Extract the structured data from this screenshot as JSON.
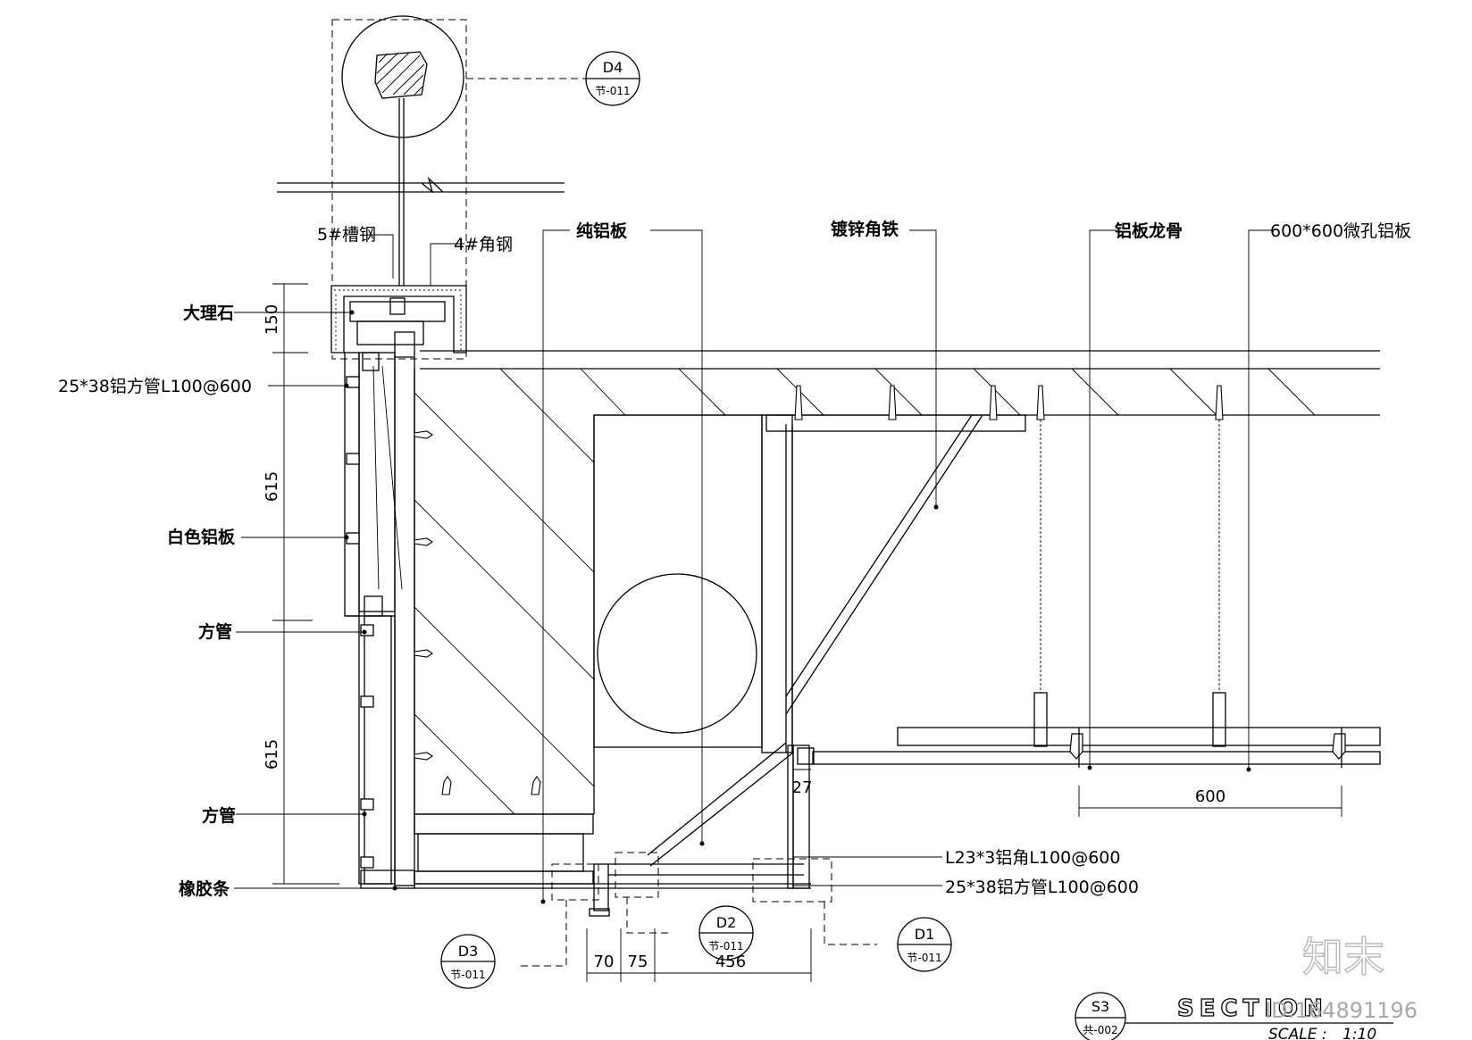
{
  "labels": {
    "channel_steel": "5#槽钢",
    "angle_steel": "4#角钢",
    "plain_al_panel": "纯铝板",
    "galv_angle": "镀锌角铁",
    "al_keel": "铝板龙骨",
    "perforated_panel": "600*600微孔铝板",
    "marble": "大理石",
    "al_tube_top": "25*38铝方管L100@600",
    "white_al_panel": "白色铝板",
    "square_tube_1": "方管",
    "square_tube_2": "方管",
    "rubber_strip": "橡胶条",
    "al_angle": "L23*3铝角L100@600",
    "al_tube_bottom": "25*38铝方管L100@600"
  },
  "dimensions": {
    "d150": "150",
    "d615_upper": "615",
    "d615_lower": "615",
    "d600": "600",
    "d27": "27",
    "d70": "70",
    "d75": "75",
    "d456": "456"
  },
  "bubbles": {
    "D4": {
      "id": "D4",
      "ref": "节-011"
    },
    "D3": {
      "id": "D3",
      "ref": "节-011"
    },
    "D2": {
      "id": "D2",
      "ref": "节-011"
    },
    "D1": {
      "id": "D1",
      "ref": "节-011"
    },
    "S3": {
      "id": "S3",
      "ref": "共-002"
    }
  },
  "title_block": {
    "title": "SECTION",
    "scale_label": "SCALE :",
    "scale_value": "1:10"
  },
  "watermark": {
    "brand": "知末",
    "id_text": "ID:164891196"
  }
}
